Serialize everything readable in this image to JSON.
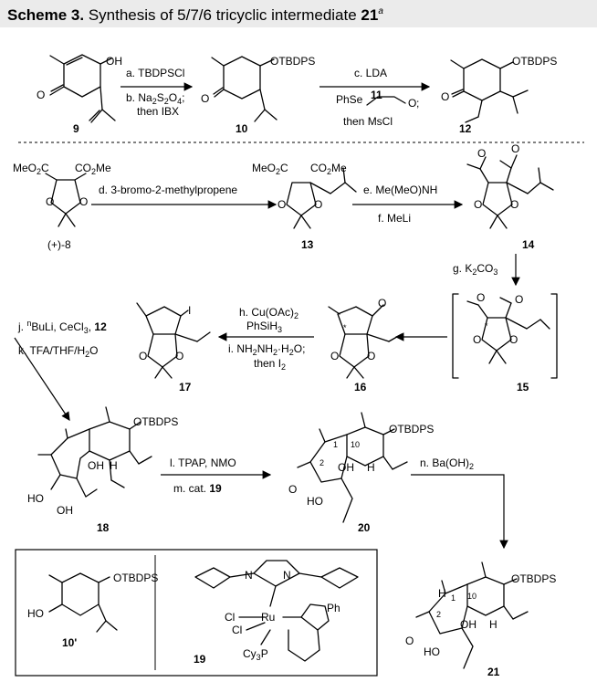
{
  "scheme": {
    "title_bold": "Scheme 3.",
    "title_rest": " Synthesis of 5/7/6 tricyclic intermediate ",
    "title_compound": "21",
    "title_note": "a"
  },
  "compounds": {
    "c9": "9",
    "c10": "10",
    "c12": "12",
    "c8": "(+)-8",
    "c13": "13",
    "c14": "14",
    "c15": "15",
    "c16": "16",
    "c17": "17",
    "c18": "18",
    "c20": "20",
    "c21": "21",
    "c10p": "10'",
    "c19": "19"
  },
  "groups": {
    "oh": "OH",
    "otbdps": "OTBDPS",
    "meo2c": "MeO",
    "co2me": "CO",
    "ho": "HO",
    "h": "H",
    "o": "O",
    "i": "I",
    "ph": "Ph",
    "cl": "Cl",
    "ru": "Ru",
    "cy3p": "Cy",
    "n": "N",
    "star": "*",
    "num1": "1",
    "num2": "2",
    "num10": "10"
  },
  "conditions": {
    "a": "a. TBDPSCl",
    "b": "b. Na",
    "b_then": "then IBX",
    "c": "c. LDA",
    "c_reagent": "PhSe",
    "c_num": "11",
    "c_then": "then MsCl",
    "d": "d. 3-bromo-2-methylpropene",
    "e": "e. Me(MeO)NH",
    "f": "f. MeLi",
    "g": "g. K",
    "h": "h. Cu(OAc)",
    "h2": "PhSiH",
    "i": "i. NH",
    "i_then": "then I",
    "j": "j. ",
    "j_bu": "n",
    "j_rest": "BuLi, CeCl",
    "j_num": "12",
    "k": "k. TFA/THF/H",
    "l": "l. TPAP, NMO",
    "m": "m. cat. ",
    "m_num": "19",
    "n": "n. Ba(OH)"
  }
}
